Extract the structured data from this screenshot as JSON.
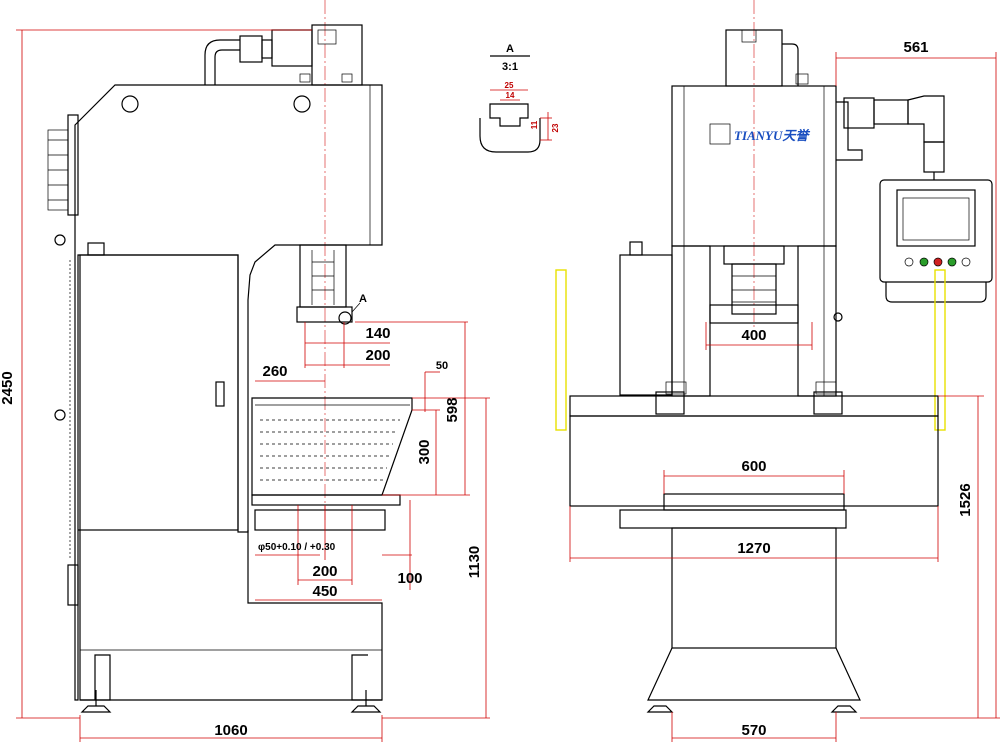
{
  "drawing": {
    "brand": "TIANYU天誉",
    "section_label": "A",
    "scale": "3:1",
    "callout_label": "A",
    "detail_dims": [
      "25",
      "14",
      "11",
      "23"
    ],
    "tolerance": "φ50+0.10 / +0.30",
    "side_view_dims": {
      "total_height": "2450",
      "base_width": "1060",
      "slot_140": "140",
      "slot_200": "200",
      "throat": "260",
      "d50": "50",
      "d598": "598",
      "d300": "300",
      "d1130": "1130",
      "d100": "100",
      "hole_200": "200",
      "table_450": "450"
    },
    "front_view_dims": {
      "panel_offset": "561",
      "ram_width": "400",
      "bolster_600": "600",
      "table_1270": "1270",
      "work_height": "1526",
      "base_570": "570"
    }
  }
}
